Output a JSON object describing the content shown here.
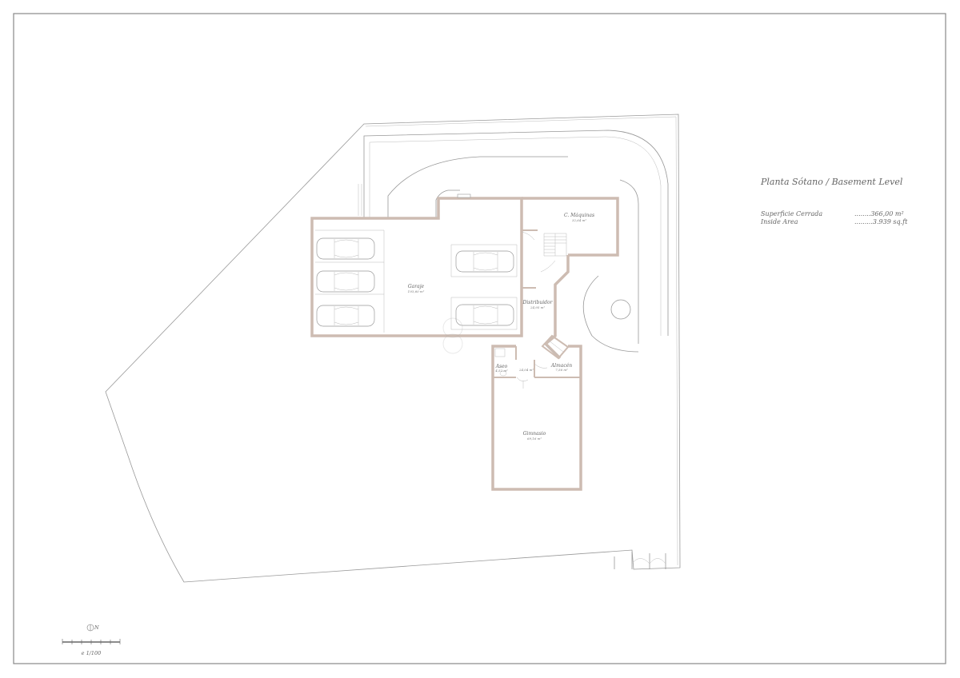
{
  "title": "Planta Sótano / Basement Level",
  "areas": [
    {
      "label": "Superficie Cerrada",
      "value": "........366,00 m²"
    },
    {
      "label": "Inside Area",
      "value": ".........3.939 sq.ft"
    }
  ],
  "rooms": {
    "garage": {
      "name": "Garaje",
      "area": "193,60 m²"
    },
    "machines": {
      "name": "C. Máquinas",
      "area": "32,64 m²"
    },
    "distributor": {
      "name": "Distribuidor",
      "area": "24,95 m²"
    },
    "toilet": {
      "name": "Aseo",
      "area": "4,52 m²"
    },
    "hall": {
      "area": "24,04 m²"
    },
    "storage": {
      "name": "Almacén",
      "area": "7,56 m²"
    },
    "gym": {
      "name": "Gimnasio",
      "area": "69,16 m²"
    }
  },
  "scale": {
    "label": "e 1/100",
    "north": "N"
  }
}
